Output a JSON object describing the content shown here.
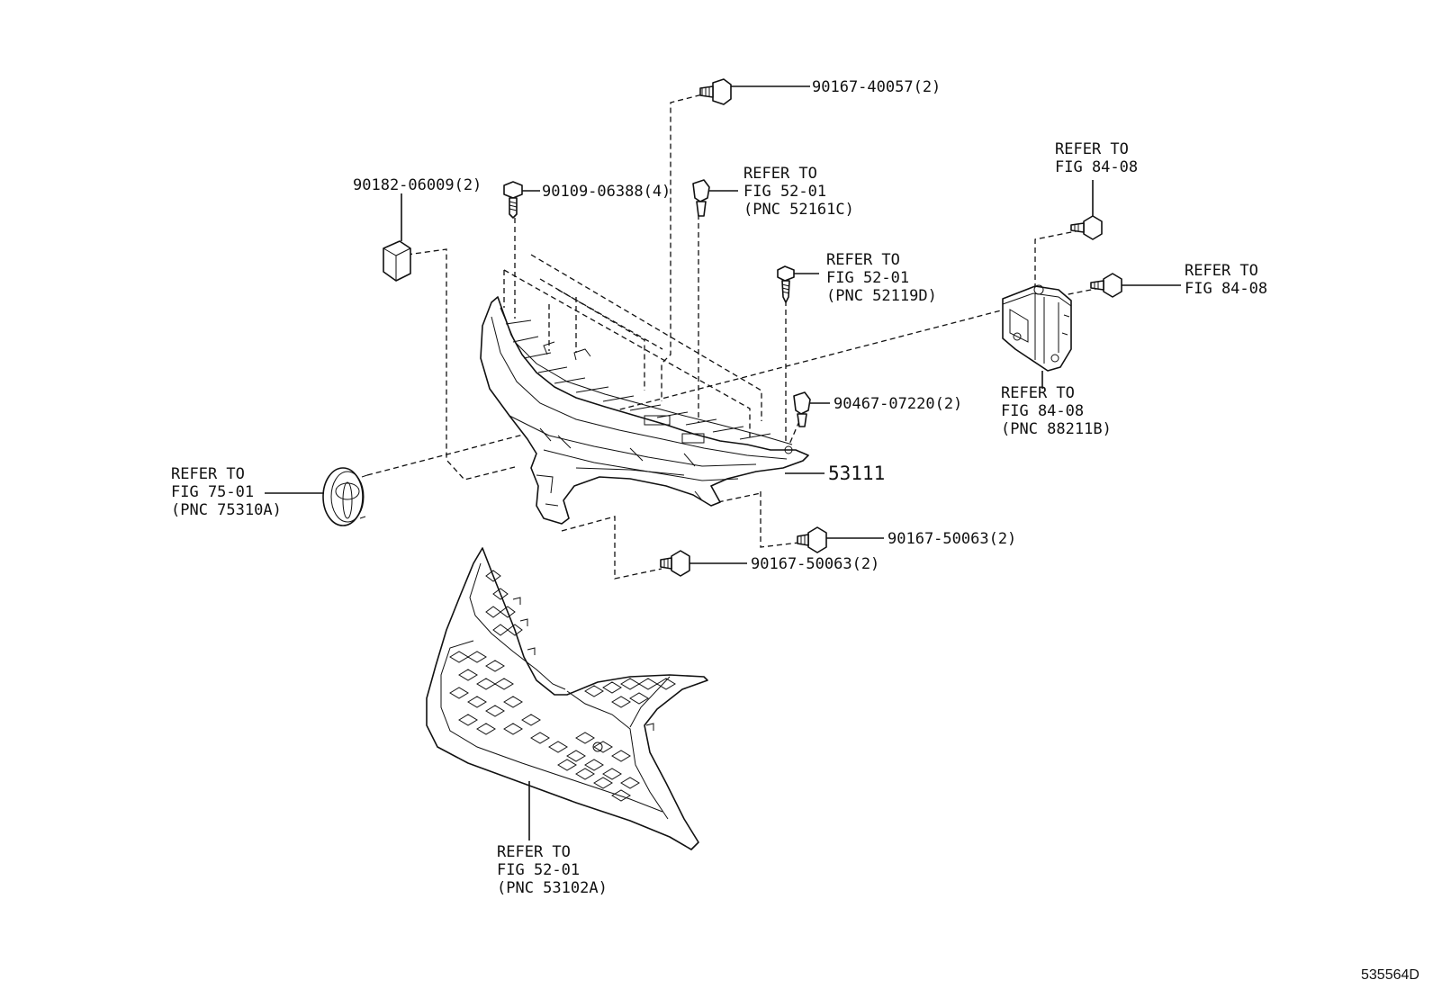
{
  "labels": {
    "bolt_top": "90167-40057(2)",
    "cushion": "90182-06009(2)",
    "bolt_4": "90109-06388(4)",
    "clip_ref": [
      "REFER TO",
      "FIG 52-01",
      "(PNC 52161C)"
    ],
    "screw_ref": [
      "REFER TO",
      "FIG 52-01",
      "(PNC 52119D)"
    ],
    "radar_bolt_top_ref": [
      "REFER TO",
      "FIG 84-08"
    ],
    "radar_bolt_right_ref": [
      "REFER TO",
      "FIG 84-08"
    ],
    "radar_ref": [
      "REFER TO",
      "FIG 84-08",
      "(PNC 88211B)"
    ],
    "clip_2": "90467-07220(2)",
    "main_part": "53111",
    "emblem_ref": [
      "REFER TO",
      "FIG 75-01",
      "(PNC 75310A)"
    ],
    "bolt_right": "90167-50063(2)",
    "bolt_center": "90167-50063(2)",
    "grille_ref": [
      "REFER TO",
      "FIG 52-01",
      "(PNC 53102A)"
    ]
  },
  "figure_id": "535564D"
}
